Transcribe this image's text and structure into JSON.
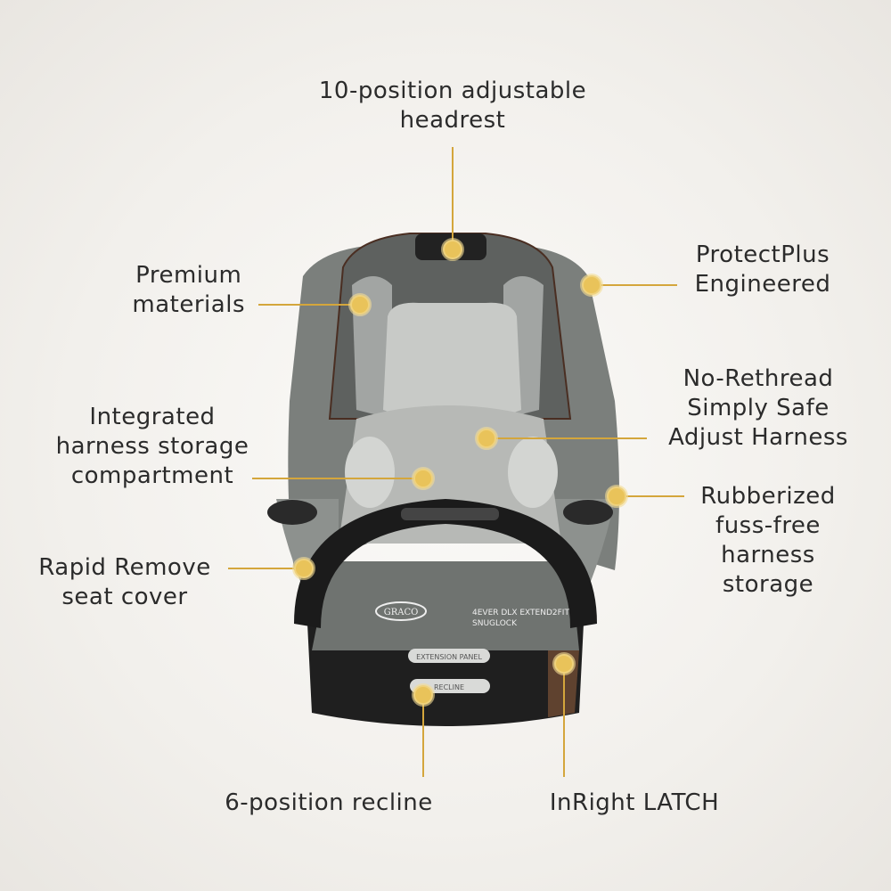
{
  "product": {
    "brand": "GRACO",
    "model_line1": "4EVER DLX EXTEND2FIT",
    "model_line2": "SNUGLOCK",
    "extension_panel": "EXTENSION PANEL",
    "recline": "RECLINE"
  },
  "colors": {
    "callout_dot": "#e9c35a",
    "callout_line": "#d4a63c",
    "text": "#2b2b2b"
  },
  "callouts": [
    {
      "id": "headrest",
      "lines": [
        "10-position adjustable",
        "headrest"
      ]
    },
    {
      "id": "premium",
      "lines": [
        "Premium",
        "materials"
      ]
    },
    {
      "id": "protectplus",
      "lines": [
        "ProtectPlus",
        "Engineered"
      ]
    },
    {
      "id": "harness",
      "lines": [
        "No-Rethread",
        "Simply Safe",
        "Adjust Harness"
      ]
    },
    {
      "id": "storage",
      "lines": [
        "Integrated",
        "harness storage",
        "compartment"
      ]
    },
    {
      "id": "rubberized",
      "lines": [
        "Rubberized",
        "fuss-free",
        "harness",
        "storage"
      ]
    },
    {
      "id": "rapid",
      "lines": [
        "Rapid Remove",
        "seat cover"
      ]
    },
    {
      "id": "recline",
      "lines": [
        "6-position recline"
      ]
    },
    {
      "id": "latch",
      "lines": [
        "InRight LATCH"
      ]
    }
  ]
}
